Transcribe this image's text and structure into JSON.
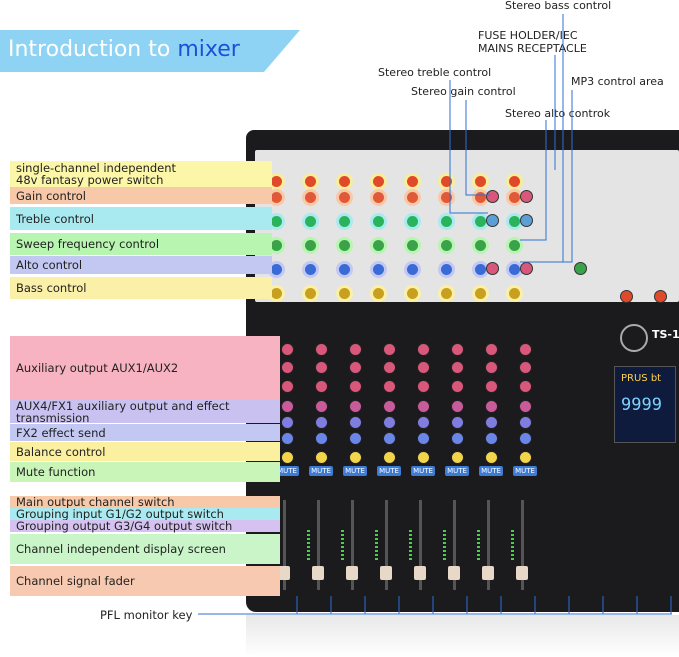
{
  "title": {
    "prefix": "Introduction to",
    "accent": "mixer"
  },
  "top_callouts": [
    {
      "text": "Stereo bass control"
    },
    {
      "text": "FUSE HOLDER/IEC\nMAINS RECEPTACLE"
    },
    {
      "text": "Stereo treble control"
    },
    {
      "text": "MP3 control area"
    },
    {
      "text": "Stereo gain control"
    },
    {
      "text": "Stereo alto controk"
    }
  ],
  "side_labels": [
    {
      "text": "single-channel independent\n48v fantasy power switch",
      "color": "#fbf6a8"
    },
    {
      "text": "Gain control",
      "color": "#f7c9a8"
    },
    {
      "text": "Treble control",
      "color": "#a9e9f0"
    },
    {
      "text": "Sweep frequency control",
      "color": "#b7f5b0"
    },
    {
      "text": "Alto control",
      "color": "#c3c8f2"
    },
    {
      "text": "Bass control",
      "color": "#fbf0a8"
    },
    {
      "text": "Auxiliary output AUX1/AUX2",
      "color": "#f7b3c2"
    },
    {
      "text": "AUX4/FX1 auxiliary output and effect\ntransmission",
      "color": "#c9c2f0"
    },
    {
      "text": "FX2 effect send",
      "color": "#c3c8f2"
    },
    {
      "text": "Balance control",
      "color": "#fbf0a0"
    },
    {
      "text": "Mute function",
      "color": "#c9f5b8"
    },
    {
      "text": "Main output channel switch",
      "color": "#f7c9a8"
    },
    {
      "text": "Grouping input G1/G2 output switch",
      "color": "#a9e9f0"
    },
    {
      "text": "Grouping output G3/G4 output switch",
      "color": "#d5c2f0"
    },
    {
      "text": "Channel independent display screen",
      "color": "#c9f5c8"
    },
    {
      "text": "Channel signal fader",
      "color": "#f7c9b0"
    },
    {
      "text": "PFL monitor key",
      "color": ""
    }
  ],
  "device": {
    "mute_label": "MUTE",
    "model": "TS-1",
    "display_brand": "PRUS bt",
    "display_digits": "9999"
  },
  "colors": {
    "title_bar": "#8fd3f4",
    "title_accent": "#1e4fd8",
    "leader_line": "#2d6fd6",
    "mixer_body": "#1b1b1e",
    "panel": "#e4e4e4"
  }
}
